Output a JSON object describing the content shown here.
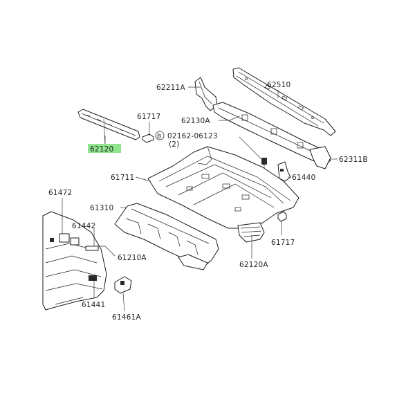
{
  "labels": {
    "l62211A": "62211A",
    "l62510": "62510",
    "l61717_top": "61717",
    "l62130A": "62130A",
    "l_bolt_code": "02162-06123",
    "l_bolt_qty": "(2)",
    "l_bolt_marker": "B",
    "l62120": "62120",
    "l62311B": "62311B",
    "l61711": "61711",
    "l61440": "61440",
    "l61472": "61472",
    "l61310": "61310",
    "l61442": "61442",
    "l61717_bottom": "61717",
    "l61210A": "61210A",
    "l62120A": "62120A",
    "l61441": "61441",
    "l61461A": "61461A"
  },
  "colors": {
    "highlight": "#7ee07a",
    "line": "#1a1a1a",
    "background": "#ffffff"
  }
}
